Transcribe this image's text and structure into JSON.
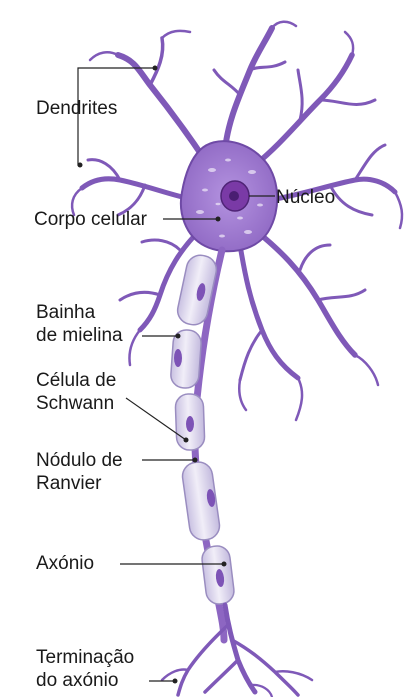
{
  "labels": {
    "dendrites": "Dendrites",
    "nucleus": "Núcleo",
    "cell_body": "Corpo celular",
    "myelin_sheath": [
      "Bainha",
      "de mielina"
    ],
    "schwann_cell": [
      "Célula de",
      "Schwann"
    ],
    "node_of_ranvier": [
      "Nódulo de",
      "Ranvier"
    ],
    "axon": "Axónio",
    "axon_terminal": [
      "Terminação",
      "do axónio"
    ]
  },
  "colors": {
    "neuron_fill": "#8d66c2",
    "neuron_stroke": "#5c3a92",
    "myelin_fill": "#dcd6ec",
    "myelin_stroke": "#9a8dc0",
    "schwann_nucleus": "#7d53b6",
    "nucleus_fill": "#7a3aa6",
    "nucleolus_fill": "#4a1e72",
    "leader_line": "#222222"
  }
}
